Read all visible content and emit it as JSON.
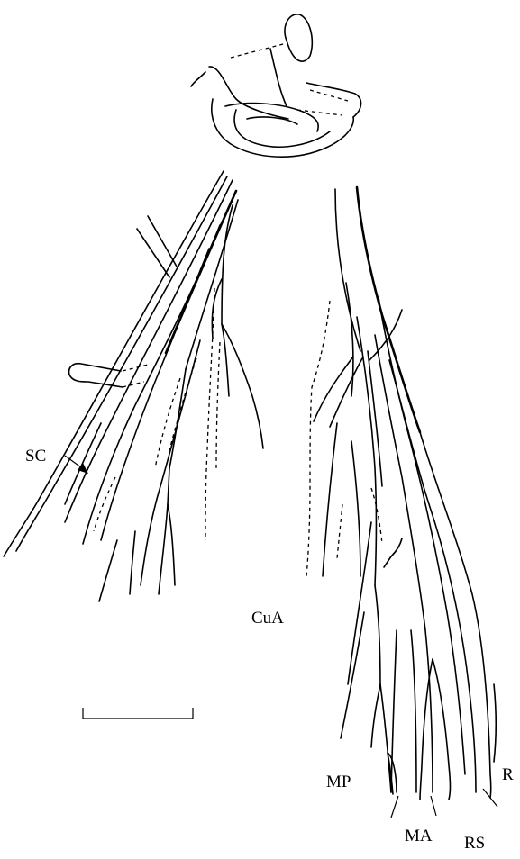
{
  "labels": {
    "sc": "SC",
    "cua": "CuA",
    "mp": "MP",
    "ma": "MA",
    "rs": "RS",
    "r": "R"
  }
}
